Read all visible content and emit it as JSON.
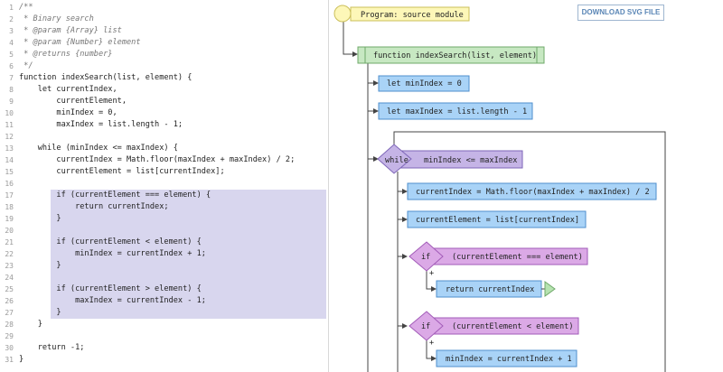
{
  "editor": {
    "lines": [
      {
        "n": "1",
        "text": "/**",
        "cls": "c-com"
      },
      {
        "n": "2",
        "text": " * Binary search",
        "cls": "c-com"
      },
      {
        "n": "3",
        "text": " * @param {Array} list",
        "cls": "c-com"
      },
      {
        "n": "4",
        "text": " * @param {Number} element",
        "cls": "c-com"
      },
      {
        "n": "5",
        "text": " * @returns {number}",
        "cls": "c-com"
      },
      {
        "n": "6",
        "text": " */",
        "cls": "c-com"
      },
      {
        "n": "7",
        "text": "function indexSearch(list, element) {",
        "cls": "c-kw"
      },
      {
        "n": "8",
        "text": "    let currentIndex,",
        "cls": "c-kw"
      },
      {
        "n": "9",
        "text": "        currentElement,",
        "cls": "c-kw"
      },
      {
        "n": "10",
        "text": "        minIndex = 0,",
        "cls": "c-kw"
      },
      {
        "n": "11",
        "text": "        maxIndex = list.length - 1;",
        "cls": "c-kw"
      },
      {
        "n": "12",
        "text": "",
        "cls": "c-kw"
      },
      {
        "n": "13",
        "text": "    while (minIndex <= maxIndex) {",
        "cls": "c-kw"
      },
      {
        "n": "14",
        "text": "        currentIndex = Math.floor(maxIndex + maxIndex) / 2;",
        "cls": "c-kw"
      },
      {
        "n": "15",
        "text": "        currentElement = list[currentIndex];",
        "cls": "c-kw"
      },
      {
        "n": "16",
        "text": "",
        "cls": "c-kw"
      },
      {
        "n": "17",
        "text": "        if (currentElement === element) {",
        "cls": "c-kw"
      },
      {
        "n": "18",
        "text": "            return currentIndex;",
        "cls": "c-kw"
      },
      {
        "n": "19",
        "text": "        }",
        "cls": "c-kw"
      },
      {
        "n": "20",
        "text": "",
        "cls": "c-kw"
      },
      {
        "n": "21",
        "text": "        if (currentElement < element) {",
        "cls": "c-kw"
      },
      {
        "n": "22",
        "text": "            minIndex = currentIndex + 1;",
        "cls": "c-kw"
      },
      {
        "n": "23",
        "text": "        }",
        "cls": "c-kw"
      },
      {
        "n": "24",
        "text": "",
        "cls": "c-kw"
      },
      {
        "n": "25",
        "text": "        if (currentElement > element) {",
        "cls": "c-kw"
      },
      {
        "n": "26",
        "text": "            maxIndex = currentIndex - 1;",
        "cls": "c-kw"
      },
      {
        "n": "27",
        "text": "        }",
        "cls": "c-kw"
      },
      {
        "n": "28",
        "text": "    }",
        "cls": "c-kw"
      },
      {
        "n": "29",
        "text": "",
        "cls": "c-kw"
      },
      {
        "n": "30",
        "text": "    return -1;",
        "cls": "c-kw"
      },
      {
        "n": "31",
        "text": "}",
        "cls": "c-kw"
      }
    ],
    "selected_lines": [
      "17",
      "18",
      "19",
      "20",
      "21",
      "22",
      "23",
      "24",
      "25",
      "26",
      "27"
    ]
  },
  "toolbar": {
    "download_label": "DOWNLOAD SVG FILE"
  },
  "flowchart": {
    "start": "Program: source module",
    "function_node": "function indexSearch(list, element)",
    "node_min": "let minIndex = 0",
    "node_max": "let maxIndex = list.length - 1",
    "while_label": "while",
    "while_cond": "minIndex <= maxIndex",
    "node_cur_index": "currentIndex = Math.floor(maxIndex + maxIndex) / 2",
    "node_cur_elem": "currentElement = list[currentIndex]",
    "if_label": "if",
    "if1_cond": "(currentElement === element)",
    "node_return": "return currentIndex",
    "if2_cond": "(currentElement < element)",
    "node_min_update": "minIndex = currentIndex + 1",
    "plus": "+",
    "colors": {
      "start_fill": "#fdf7b8",
      "start_stroke": "#cbbf5a",
      "func_fill": "#c7e8c2",
      "func_stroke": "#6fa86a",
      "stmt_fill": "#a9d3f7",
      "stmt_stroke": "#4f8fce",
      "loop_fill": "#c5b4e6",
      "loop_stroke": "#7e66b8",
      "if_fill": "#dba9e6",
      "if_stroke": "#a25bb8",
      "ret_fill": "#a9d3f7",
      "term_fill": "#b6e3b0"
    }
  }
}
